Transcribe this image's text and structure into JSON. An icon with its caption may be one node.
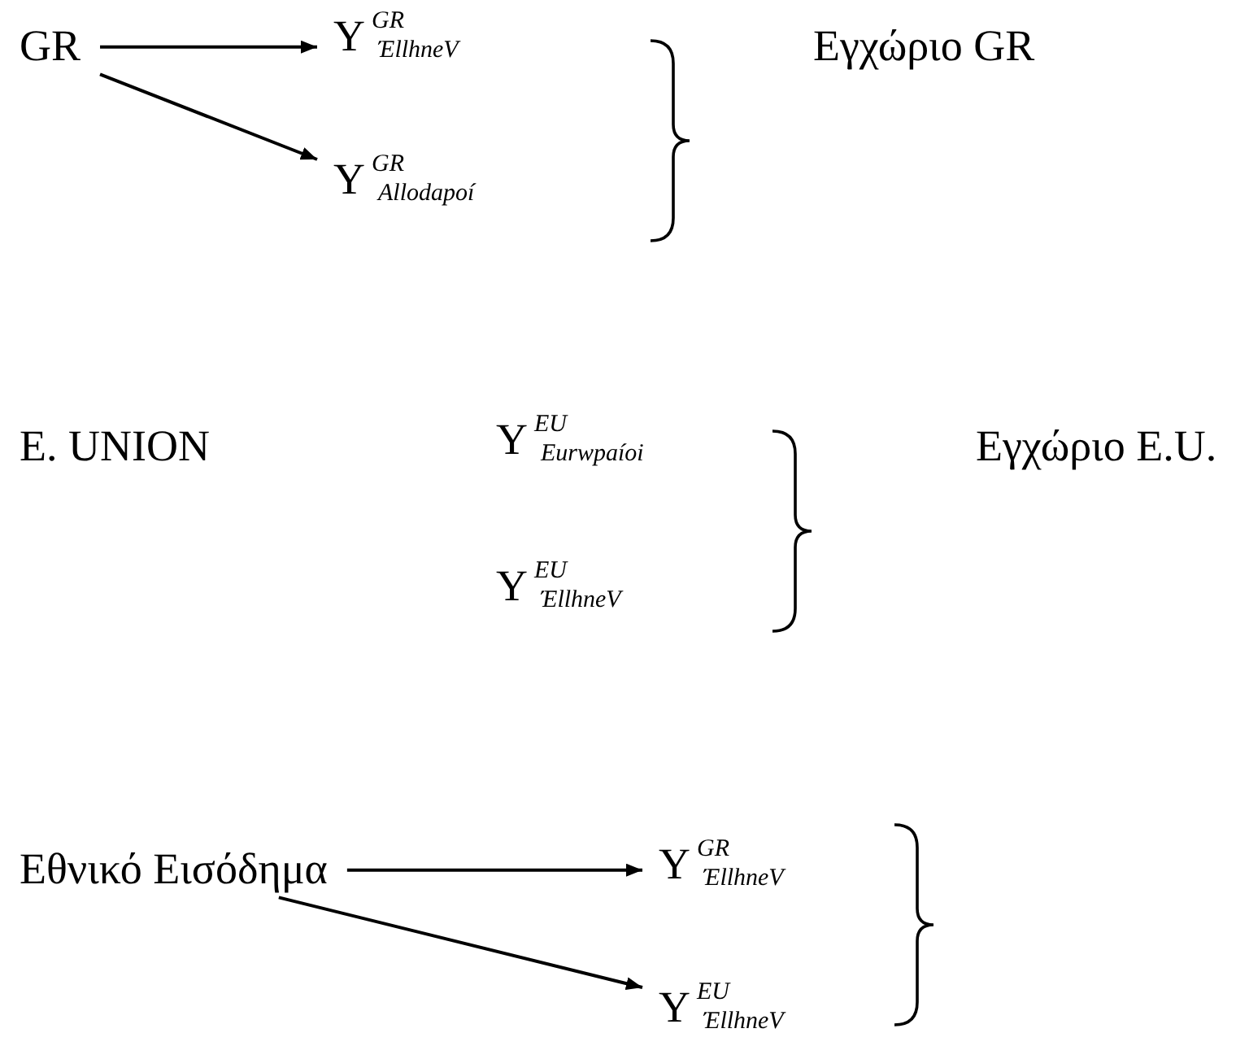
{
  "diagram": {
    "nodes": [
      {
        "text": [
          "GR"
        ]
      },
      {
        "text": [
          "Y$^{GR}$$_{ΈllhneV}$"
        ]
      },
      {
        "text": [
          "Y$^{GR}$$_{Allodapoí}$"
        ]
      },
      {
        "text": [
          "Εθνικό Εισόδημα"
        ]
      },
      {
        "text": [
          "Y$^{GR}$$_{ΈllhneV}$"
        ]
      },
      {
        "text": [
          "Y$^{EU}$$_{ΈllhneV}$"
        ]
      }
    ],
    "edges": [
      {
        "from": 0,
        "to": 1,
        "arrow": "to"
      },
      {
        "from": 0,
        "to": 2,
        "arrow": "to"
      },
      {
        "from": 3,
        "to": 4,
        "arrow": "to"
      },
      {
        "from": 3,
        "to": 5,
        "arrow": "to"
      }
    ],
    "labels": [
      "Εγχώριο GR",
      "E. UNION",
      "Y$^{EU}$$_{Eurwpaíoi}$",
      "Εγχώριο E.U.",
      "Y$^{EU}$$_{ΈllhneV}$"
    ]
  }
}
